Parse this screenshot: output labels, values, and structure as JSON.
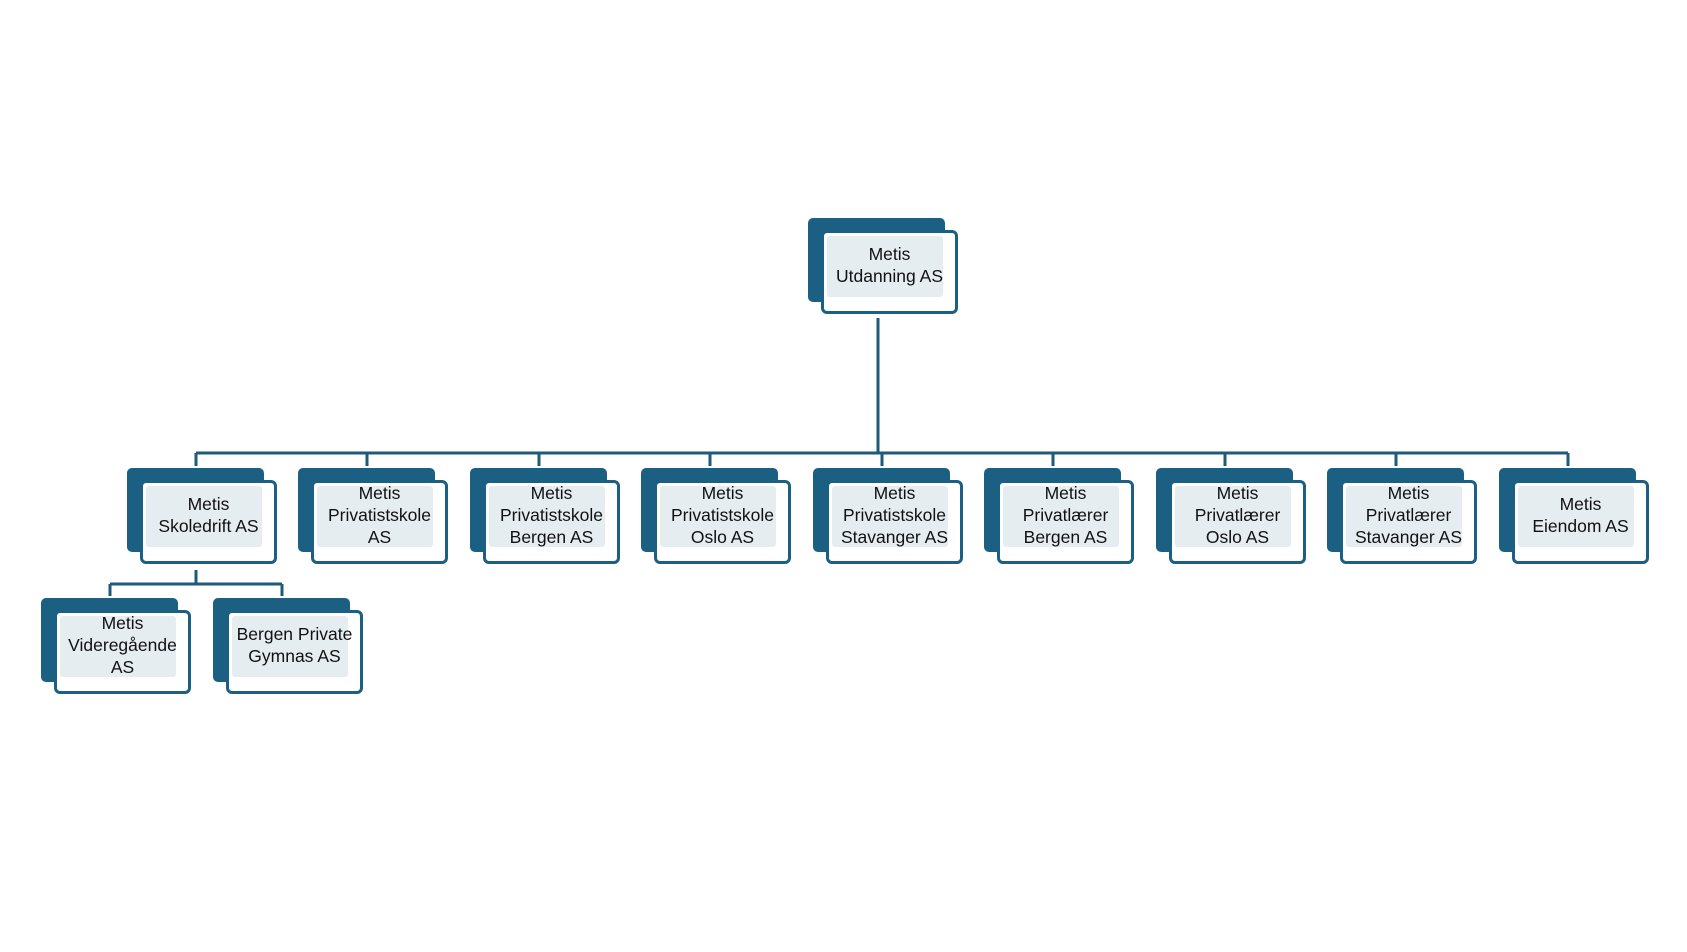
{
  "colors": {
    "connector": "#1f5a78",
    "box_dark": "#1b5f82",
    "box_fill": "#e6edf1",
    "text": "#111111"
  },
  "nodes": [
    {
      "id": "root",
      "label": "Metis\nUtdanning AS"
    },
    {
      "id": "skoledrift",
      "label": "Metis\nSkoledrift AS"
    },
    {
      "id": "privatistskole",
      "label": "Metis\nPrivatistskole\nAS"
    },
    {
      "id": "privatistskole-bergen",
      "label": "Metis\nPrivatistskole\nBergen AS"
    },
    {
      "id": "privatistskole-oslo",
      "label": "Metis\nPrivatistskole\nOslo AS"
    },
    {
      "id": "privatistskole-stavanger",
      "label": "Metis\nPrivatistskole\nStavanger AS"
    },
    {
      "id": "privatlaerer-bergen",
      "label": "Metis\nPrivatlærer\nBergen AS"
    },
    {
      "id": "privatlaerer-oslo",
      "label": "Metis\nPrivatlærer\nOslo AS"
    },
    {
      "id": "privatlaerer-stavanger",
      "label": "Metis\nPrivatlærer\nStavanger AS"
    },
    {
      "id": "eiendom",
      "label": "Metis\nEiendom AS"
    },
    {
      "id": "videregaende",
      "label": "Metis\nVideregående\nAS"
    },
    {
      "id": "bergen-private-gymnas",
      "label": "Bergen Private\nGymnas AS"
    }
  ],
  "edges": [
    [
      "root",
      "skoledrift"
    ],
    [
      "root",
      "privatistskole"
    ],
    [
      "root",
      "privatistskole-bergen"
    ],
    [
      "root",
      "privatistskole-oslo"
    ],
    [
      "root",
      "privatistskole-stavanger"
    ],
    [
      "root",
      "privatlaerer-bergen"
    ],
    [
      "root",
      "privatlaerer-oslo"
    ],
    [
      "root",
      "privatlaerer-stavanger"
    ],
    [
      "root",
      "eiendom"
    ],
    [
      "skoledrift",
      "videregaende"
    ],
    [
      "skoledrift",
      "bergen-private-gymnas"
    ]
  ]
}
